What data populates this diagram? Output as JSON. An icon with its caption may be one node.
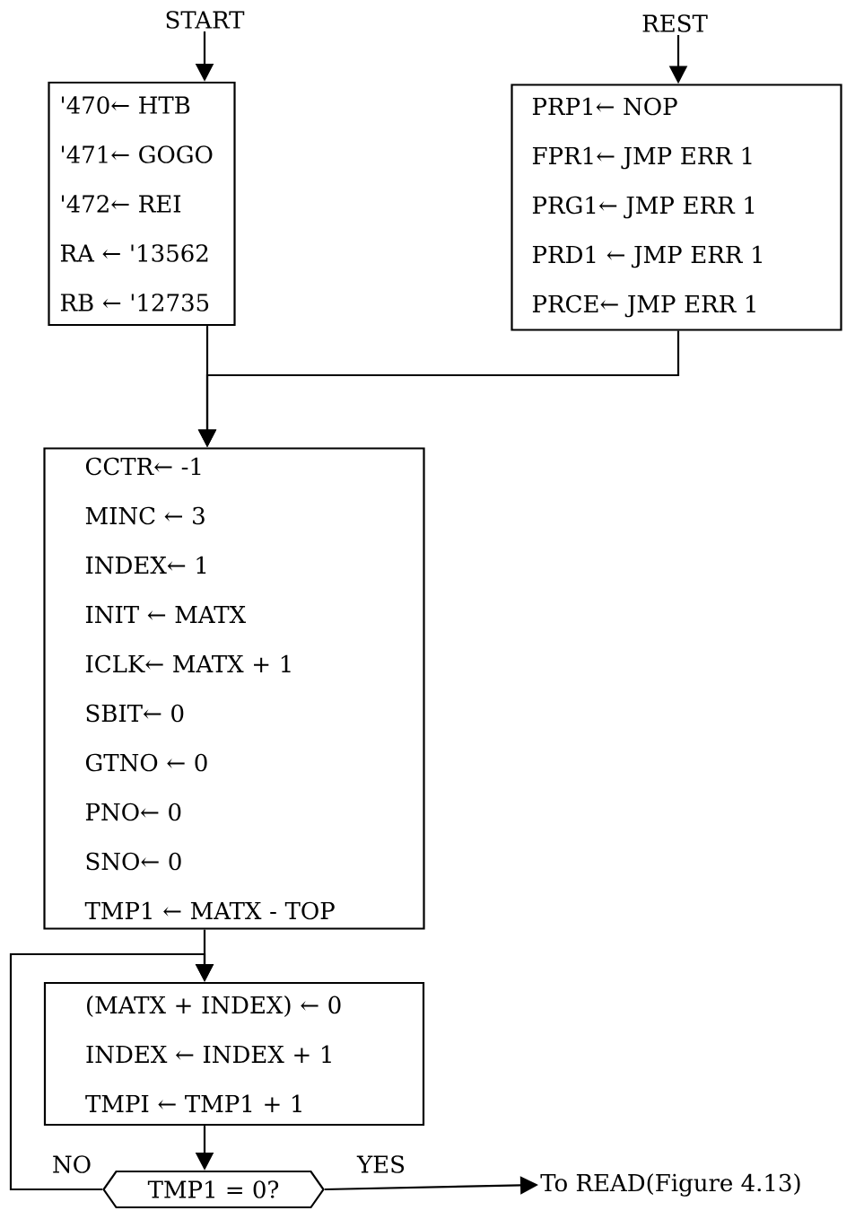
{
  "diagram": {
    "nodes": [
      {
        "text": [
          "START"
        ]
      },
      {
        "text": [
          "'470← HTB",
          "'471← GOGO",
          "'472← REI",
          "RA ← '13562",
          "RB ← '12735"
        ]
      },
      {
        "text": [
          "REST"
        ]
      },
      {
        "text": [
          "PRP1← NOP",
          "FPR1← JMP ERR 1",
          "PRG1← JMP ERR 1",
          "PRD1 ← JMP ERR 1",
          "PRCE← JMP ERR 1"
        ]
      },
      {
        "text": [
          "CCTR← -1",
          "MINC ← 3",
          "INDEX← 1",
          "INIT ← MATX",
          "ICLK← MATX + 1",
          "SBIT← 0",
          "GTNO ← 0",
          "PNO← 0",
          "SNO← 0",
          "TMP1 ← MATX - TOP"
        ]
      },
      {
        "text": [
          "(MATX + INDEX) ← 0",
          "INDEX ← INDEX + 1",
          "TMPI ← TMP1 + 1"
        ]
      },
      {
        "text": [
          "TMP1 = 0?"
        ]
      },
      {
        "text": [
          "To READ(Figure 4.13)"
        ]
      }
    ],
    "edges": [
      {
        "from": 0,
        "to": 1,
        "arrow": "to"
      },
      {
        "from": 2,
        "to": 3,
        "arrow": "to"
      },
      {
        "from": 1,
        "to": 4,
        "arrow": "to"
      },
      {
        "from": 3,
        "to": 4,
        "arrow": "to"
      },
      {
        "from": 4,
        "to": 5,
        "arrow": "to"
      },
      {
        "from": 5,
        "to": 6,
        "arrow": "to"
      },
      {
        "from": 6,
        "to": 5,
        "arrow": "to",
        "label": "NO"
      },
      {
        "from": 6,
        "to": 7,
        "arrow": "to",
        "label": "YES"
      }
    ]
  }
}
